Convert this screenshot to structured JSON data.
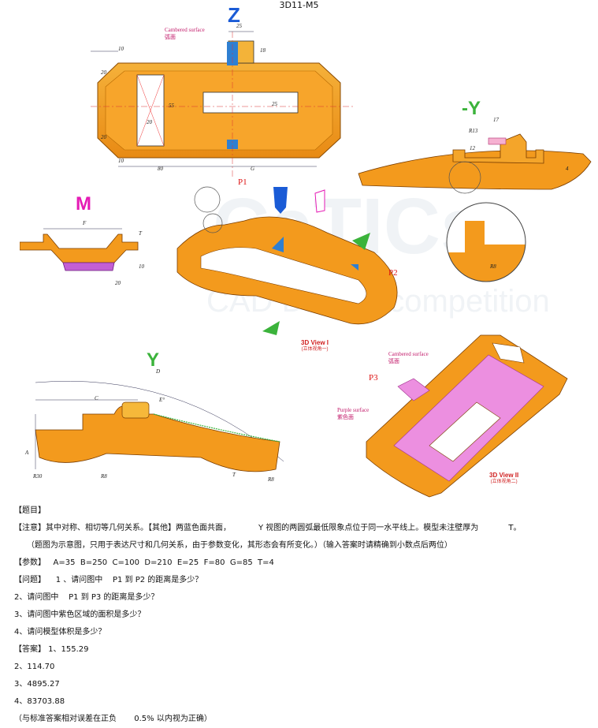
{
  "figure": {
    "title": "3D11-M5",
    "views": {
      "z": "Z",
      "m": "M",
      "neg_y": "-Y",
      "y": "Y",
      "view1": "3D View I",
      "view1_cn": "(立体视角一)",
      "view2": "3D View II",
      "view2_cn": "(立体视角二)"
    },
    "points": {
      "p1": "P1",
      "p2": "P2",
      "p3": "P3"
    },
    "annotations": {
      "cambered_en": "Cambered surface",
      "cambered_cn": "弧面",
      "purple_en": "Purple surface",
      "purple_cn": "紫色面"
    },
    "dims_top": {
      "d25": "25",
      "d18": "18",
      "d10": "10",
      "d20a": "20",
      "d55": "55",
      "d25b": "25",
      "d20b": "20",
      "d20c": "20",
      "d10b": "10",
      "d80": "80",
      "G": "G"
    },
    "dims_m": {
      "F": "F",
      "T": "T",
      "d10": "10",
      "d20": "20"
    },
    "dims_negy": {
      "d17": "17",
      "R13": "R13",
      "d12": "12",
      "d4": "4"
    },
    "dims_y": {
      "D": "D",
      "C": "C",
      "E": "E°",
      "A": "A",
      "R30": "R30",
      "R8": "R8",
      "T": "T",
      "R8b": "R8"
    },
    "detail_dim": "R8",
    "watermark": {
      "main": "CaTICs",
      "sub": "CAD Design competition"
    }
  },
  "text": {
    "line1": "【题目】",
    "line2": "【注意】其中对称、相切等几何关系。【其他】两蓝色面共面，           Y 视图的两圆弧最低限象点位于同一水平线上。模型未注壁厚为            T。",
    "line3": "     （题图为示意图，只用于表达尺寸和几何关系，由于参数变化，其形态会有所变化。）（输入答案时请精确到小数点后两位）",
    "line4": "【参数】   A=35  B=250  C=100  D=210  E=25  F=80  G=85  T=4",
    "line5": "【问题】    1 、请问图中    P1 到 P2 的距离是多少？",
    "line6": "2、请问图中    P1 到 P3 的距离是多少？",
    "line7": "3、请问图中紫色区域的面积是多少？",
    "line8": "4、请问模型体积是多少？",
    "line9": "【答案】 1、155.29",
    "line10": "2、114.70",
    "line11": "3、4895.27",
    "line12": "4、83703.88",
    "line13": "（与标准答案相对误差在正负       0.5% 以内视为正确）"
  }
}
